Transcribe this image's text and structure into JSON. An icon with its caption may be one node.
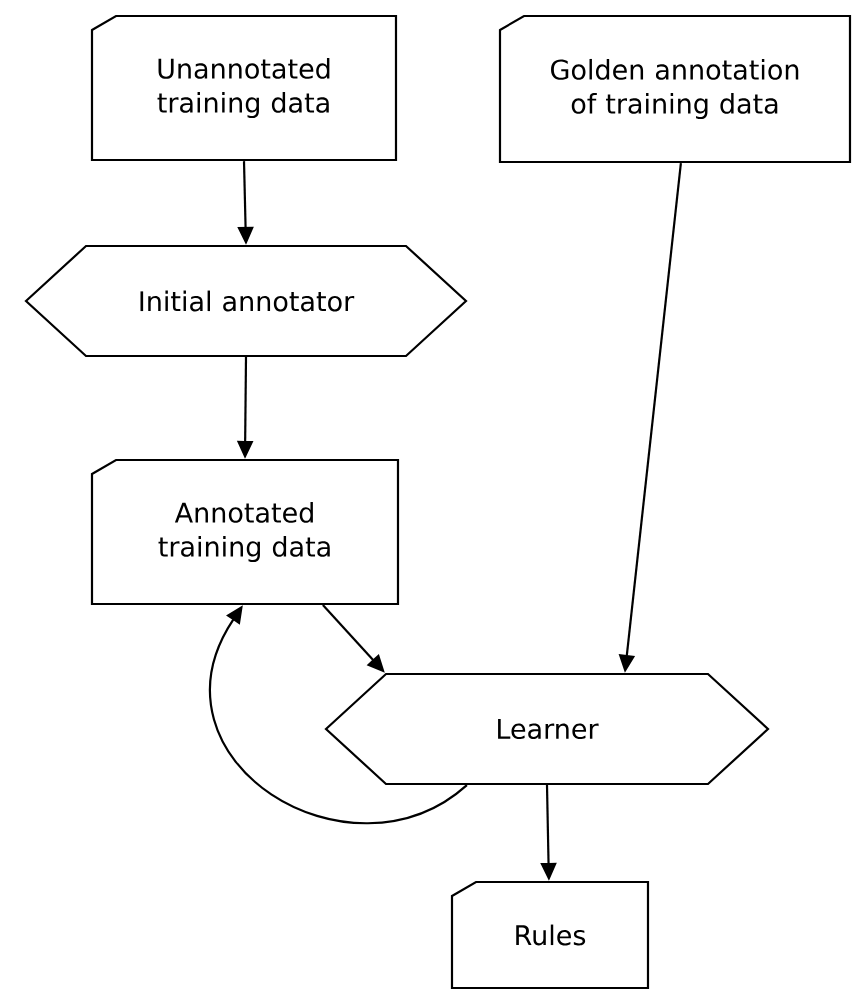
{
  "diagram": {
    "nodes": [
      {
        "text": [
          "Unannotated training data"
        ]
      },
      {
        "text": [
          "Golden annotation of training data"
        ]
      },
      {
        "text": [
          "Initial annotator"
        ]
      },
      {
        "text": [
          "Annotated training data"
        ]
      },
      {
        "text": [
          "Learner"
        ]
      },
      {
        "text": [
          "Rules"
        ]
      }
    ],
    "edges": [
      {
        "from": 0,
        "to": 2,
        "arrow": "to"
      },
      {
        "from": 2,
        "to": 3,
        "arrow": "to"
      },
      {
        "from": 3,
        "to": 4,
        "arrow": "to"
      },
      {
        "from": 1,
        "to": 4,
        "arrow": "to"
      },
      {
        "from": 4,
        "to": 3,
        "arrow": "to"
      },
      {
        "from": 4,
        "to": 5,
        "arrow": "to"
      }
    ]
  }
}
